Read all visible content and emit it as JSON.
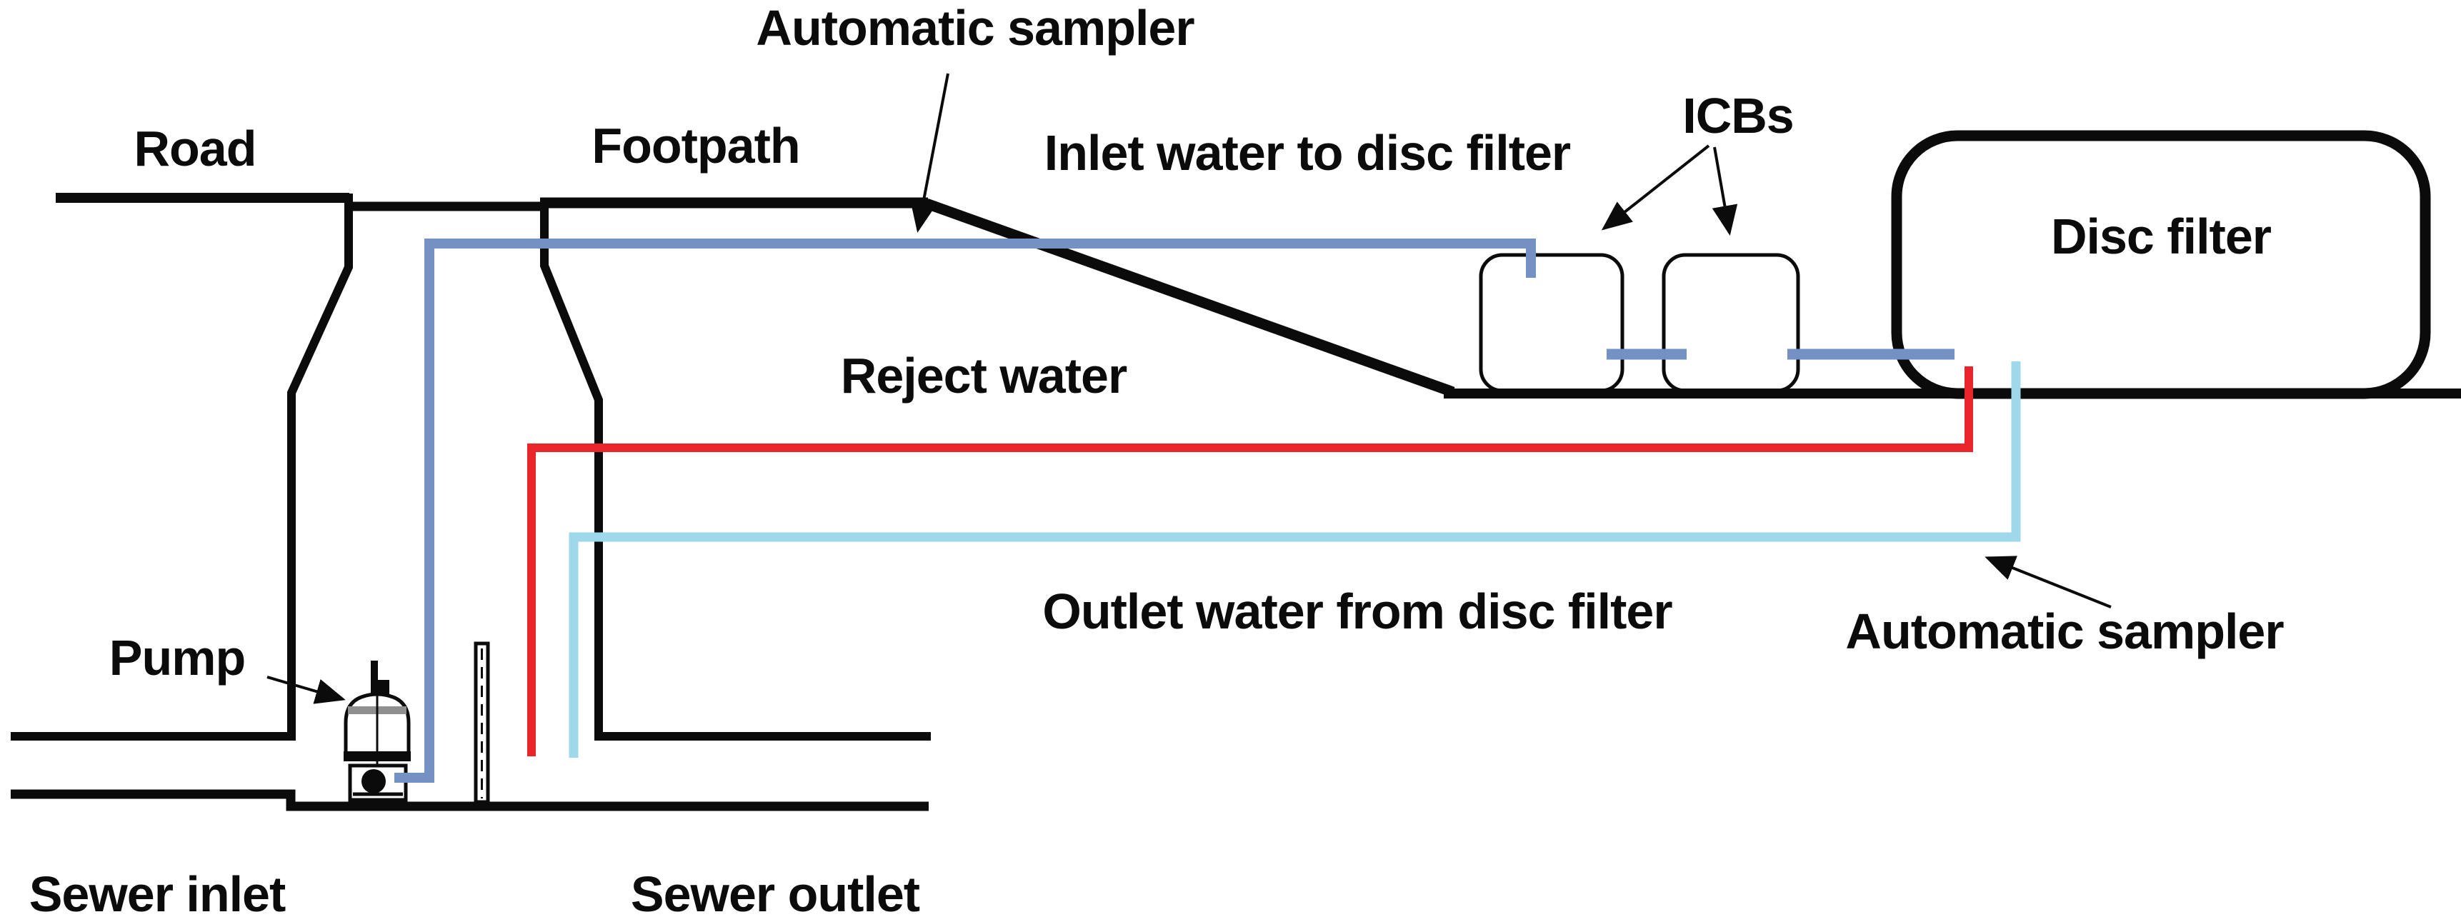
{
  "diagram": {
    "title_hint": "Sewer-to-disc-filter pilot installation schematic",
    "labels": {
      "road": "Road",
      "footpath": "Footpath",
      "automatic_sampler_top": "Automatic sampler",
      "inlet_water": "Inlet water to disc filter",
      "icbs": "ICBs",
      "disc_filter": "Disc filter",
      "reject_water": "Reject water",
      "outlet_water": "Outlet water from disc filter",
      "automatic_sampler_bottom": "Automatic sampler",
      "pump": "Pump",
      "sewer_inlet": "Sewer inlet",
      "sewer_outlet": "Sewer outlet"
    },
    "colors": {
      "inlet_pipe_blue": "#7590C2",
      "reject_pipe_red": "#E9252B",
      "outlet_pipe_cyan": "#9ED8EA",
      "structure_black": "#0b0b0b",
      "pump_band_gray": "#8f8f8f",
      "background": "#FFFFFF"
    }
  }
}
